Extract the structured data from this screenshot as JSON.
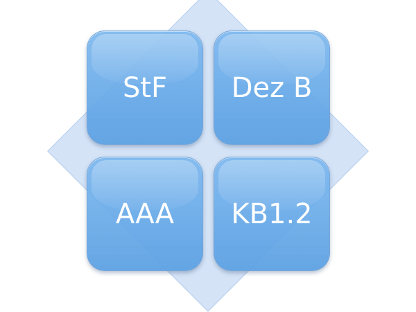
{
  "diagram": {
    "tiles": [
      {
        "label": "StF"
      },
      {
        "label": "Dez B"
      },
      {
        "label": "AAA"
      },
      {
        "label": "KB1.2"
      }
    ]
  },
  "colors": {
    "tile_fill": "#6eaee9",
    "diamond_fill": "#cddef5",
    "label_text": "#ffffff"
  }
}
